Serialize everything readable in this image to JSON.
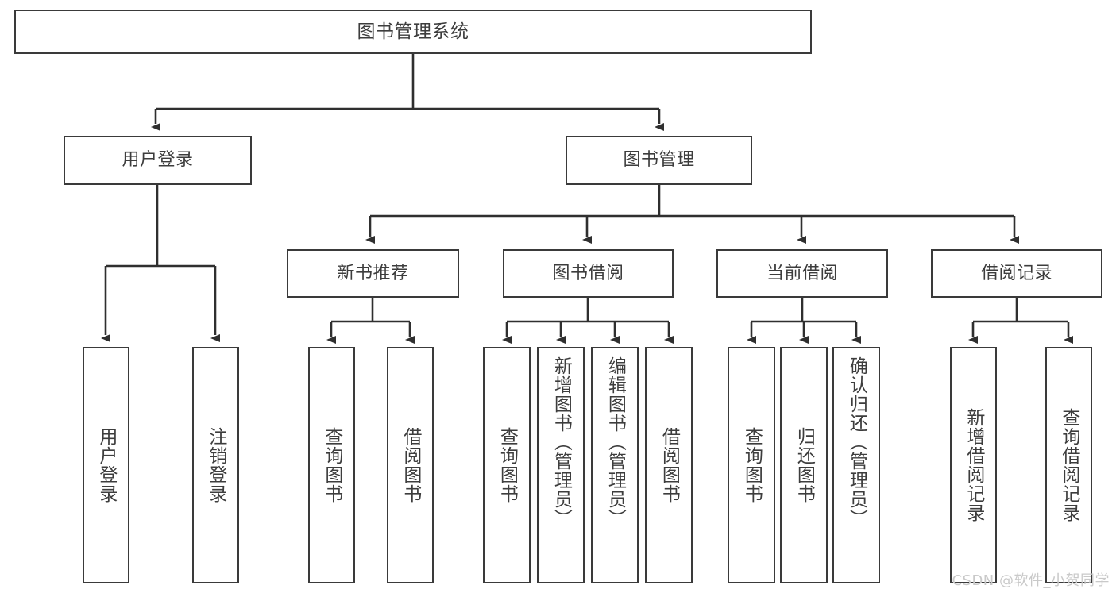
{
  "diagram": {
    "title": "图书管理系统",
    "type": "hierarchy-tree",
    "colors": {
      "box_border": "#3a3a3a",
      "box_fill": "#ffffff",
      "text": "#3d3d3d",
      "connector": "#2f2f2f",
      "background": "#ffffff",
      "watermark": "#c9c9c9"
    },
    "root": {
      "label": "图书管理系统"
    },
    "level2": [
      {
        "label": "用户登录"
      },
      {
        "label": "图书管理"
      }
    ],
    "level3": [
      {
        "label": "新书推荐"
      },
      {
        "label": "图书借阅"
      },
      {
        "label": "当前借阅"
      },
      {
        "label": "借阅记录"
      }
    ],
    "leaves": {
      "user_login": [
        {
          "label": "用户登录"
        },
        {
          "label": "注销登录"
        }
      ],
      "new_book_recommend": [
        {
          "label": "查询图书"
        },
        {
          "label": "借阅图书"
        }
      ],
      "book_borrow": [
        {
          "label": "查询图书"
        },
        {
          "label": "新增图书（管理员）"
        },
        {
          "label": "编辑图书（管理员）"
        },
        {
          "label": "借阅图书"
        }
      ],
      "current_borrow": [
        {
          "label": "查询图书"
        },
        {
          "label": "归还图书"
        },
        {
          "label": "确认归还（管理员）"
        }
      ],
      "borrow_records": [
        {
          "label": "新增借阅记录"
        },
        {
          "label": "查询借阅记录"
        }
      ]
    },
    "watermark": "CSDN @软件_小贺同学"
  }
}
